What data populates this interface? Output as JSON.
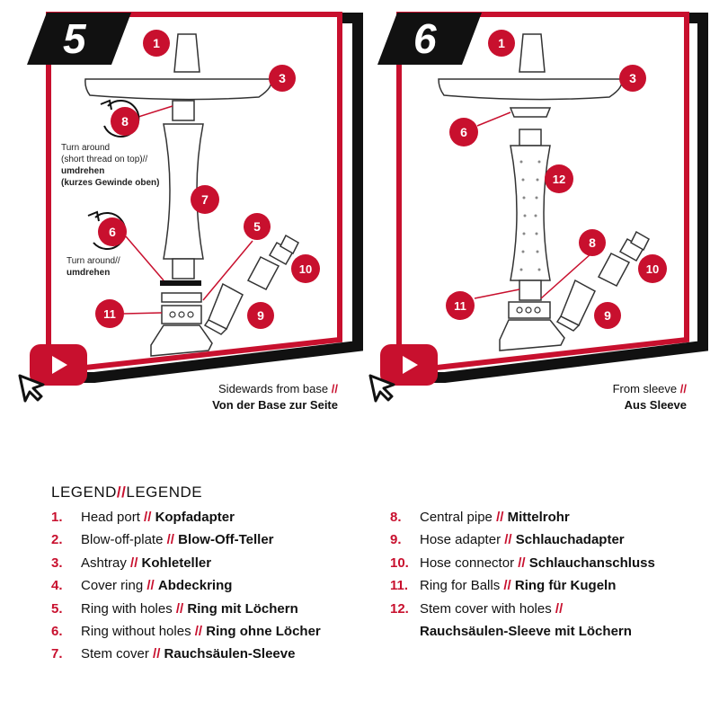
{
  "colors": {
    "accent": "#c8102e",
    "black": "#111111",
    "part_stroke": "#333333"
  },
  "icons": [
    "youtube-play-icon",
    "cursor-arrow-icon",
    "rotate-arrow-icon"
  ],
  "panel_5": {
    "step": "5",
    "labels": {
      "n1": "1",
      "n3": "3",
      "n8": "8",
      "n7": "7",
      "n6": "6",
      "n5": "5",
      "n10": "10",
      "n11": "11",
      "n9": "9"
    },
    "note_8": {
      "en_line1": "Turn around",
      "en_line2": "(short thread on top)//",
      "de_line1": "umdrehen",
      "de_line2": "(kurzes Gewinde oben)"
    },
    "note_6": {
      "en_line1": "Turn around//",
      "de_line1": "umdrehen"
    },
    "caption": {
      "en": "Sidewards from base",
      "sep": "//",
      "de": "Von der Base zur Seite"
    }
  },
  "panel_6": {
    "step": "6",
    "labels": {
      "n1": "1",
      "n3": "3",
      "n6": "6",
      "n12": "12",
      "n8": "8",
      "n10": "10",
      "n11": "11",
      "n9": "9"
    },
    "caption": {
      "en": "From sleeve",
      "sep": "//",
      "de": "Aus Sleeve"
    }
  },
  "legend": {
    "heading_en": "LEGEND",
    "heading_sep": "//",
    "heading_de": "LEGENDE",
    "left": [
      {
        "num": "1.",
        "en": "Head port",
        "sep": "//",
        "de": "Kopfadapter"
      },
      {
        "num": "2.",
        "en": "Blow-off-plate",
        "sep": "//",
        "de": "Blow-Off-Teller"
      },
      {
        "num": "3.",
        "en": "Ashtray",
        "sep": "//",
        "de": "Kohleteller"
      },
      {
        "num": "4.",
        "en": "Cover ring",
        "sep": "//",
        "de": "Abdeckring"
      },
      {
        "num": "5.",
        "en": "Ring with holes",
        "sep": "//",
        "de": "Ring mit Löchern"
      },
      {
        "num": "6.",
        "en": "Ring without holes",
        "sep": "//",
        "de": "Ring ohne Löcher"
      },
      {
        "num": "7.",
        "en": "Stem cover",
        "sep": "//",
        "de": "Rauchsäulen-Sleeve"
      }
    ],
    "right": [
      {
        "num": "8.",
        "en": "Central pipe",
        "sep": "//",
        "de": "Mittelrohr"
      },
      {
        "num": "9.",
        "en": "Hose adapter",
        "sep": "//",
        "de": "Schlauchadapter"
      },
      {
        "num": "10.",
        "en": "Hose connector",
        "sep": "//",
        "de": "Schlauchanschluss"
      },
      {
        "num": "11.",
        "en": "Ring for Balls",
        "sep": "//",
        "de": "Ring für Kugeln"
      }
    ],
    "last": {
      "num": "12.",
      "en": "Stem cover with holes",
      "sep": "//",
      "de": "Rauchsäulen-Sleeve mit Löchern"
    }
  }
}
